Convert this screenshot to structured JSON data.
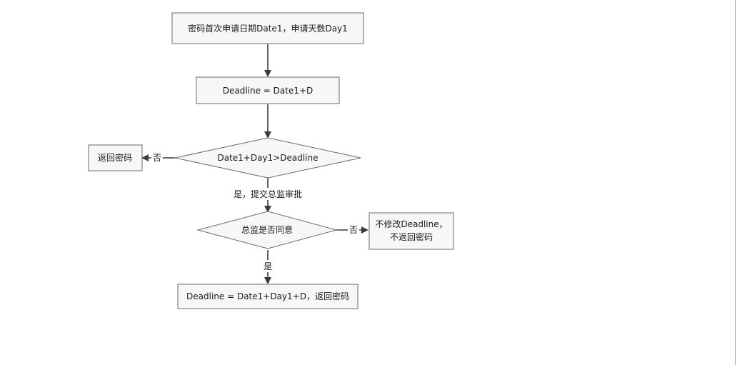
{
  "nodes": {
    "start": "密码首次申请日期Date1，申请天数Day1",
    "deadline_calc": "Deadline = Date1+D",
    "check_deadline": "Date1+Day1>Deadline",
    "return_password": "返回密码",
    "director_approve": "总监是否同意",
    "no_modify_line1": "不修改Deadline，",
    "no_modify_line2": "不返回密码",
    "final_deadline": "Deadline = Date1+Day1+D，返回密码"
  },
  "edges": {
    "check_no": "否",
    "check_yes": "是，提交总监审批",
    "approve_no": "否",
    "approve_yes": "是"
  }
}
